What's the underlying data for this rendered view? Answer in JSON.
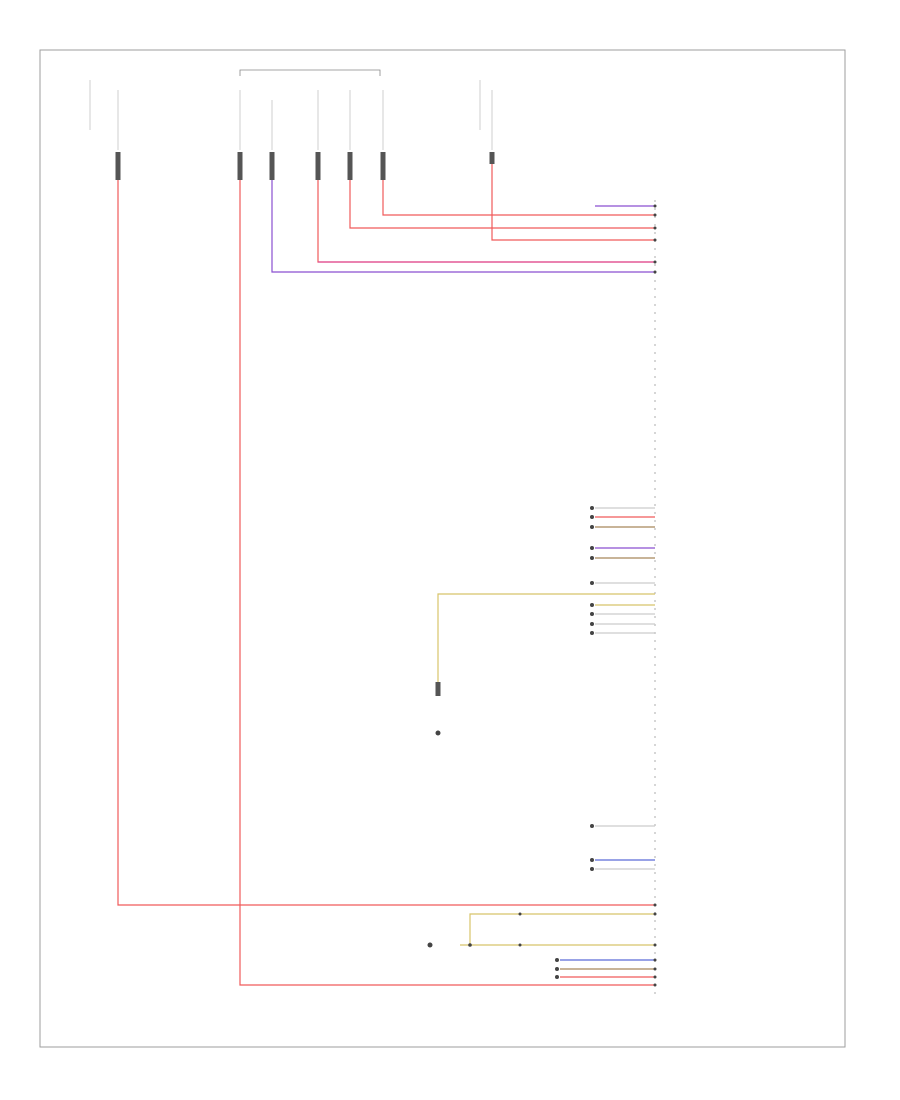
{
  "diagram": {
    "page_id": "",
    "colors": {
      "frame": "#9e9e9e",
      "red_wire": "#f05a5a",
      "purple_wire": "#8a4fd0",
      "magenta_wire": "#e0509a",
      "yellow_wire": "#d8c46a",
      "blue_wire": "#5a6ad8",
      "brown_wire": "#a8865a",
      "connector": "#444444",
      "text": "#555555"
    },
    "top_labels": {
      "left_group": "",
      "mid_group": "",
      "right_group": "",
      "main_fuse": "",
      "left_fuse": "",
      "right_fuse": ""
    },
    "module_caption": "",
    "ground_labels": {
      "left": "",
      "right": ""
    },
    "icons": [
      "ground-symbol",
      "connector-pin",
      "splice-point"
    ]
  }
}
